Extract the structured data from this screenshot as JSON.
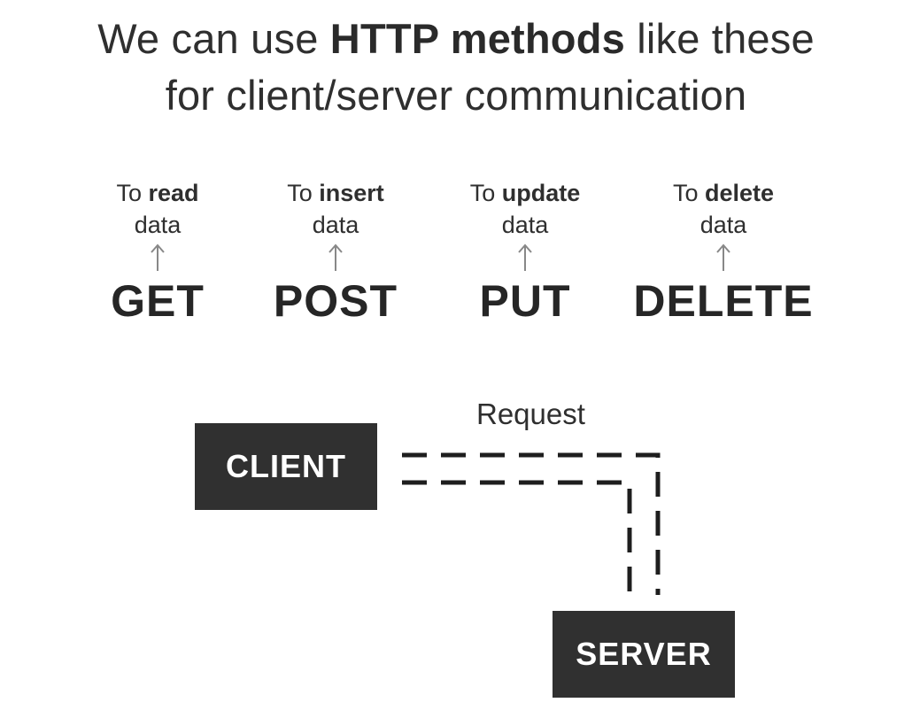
{
  "header": {
    "line1_pre": "We can use ",
    "line1_bold": "HTTP methods",
    "line1_post": " like these",
    "line2": "for client/server communication"
  },
  "methods": [
    {
      "prefix": "To ",
      "action": "read",
      "object": "data",
      "name": "GET"
    },
    {
      "prefix": "To ",
      "action": "insert",
      "object": "data",
      "name": "POST"
    },
    {
      "prefix": "To ",
      "action": "update",
      "object": "data",
      "name": "PUT"
    },
    {
      "prefix": "To ",
      "action": "delete",
      "object": "data",
      "name": "DELETE"
    }
  ],
  "diagram": {
    "client_label": "CLIENT",
    "server_label": "SERVER",
    "request_label": "Request"
  },
  "colors": {
    "box_fill": "#303030",
    "box_text": "#ffffff",
    "arrow": "#888888",
    "dash": "#1e1e1e"
  }
}
